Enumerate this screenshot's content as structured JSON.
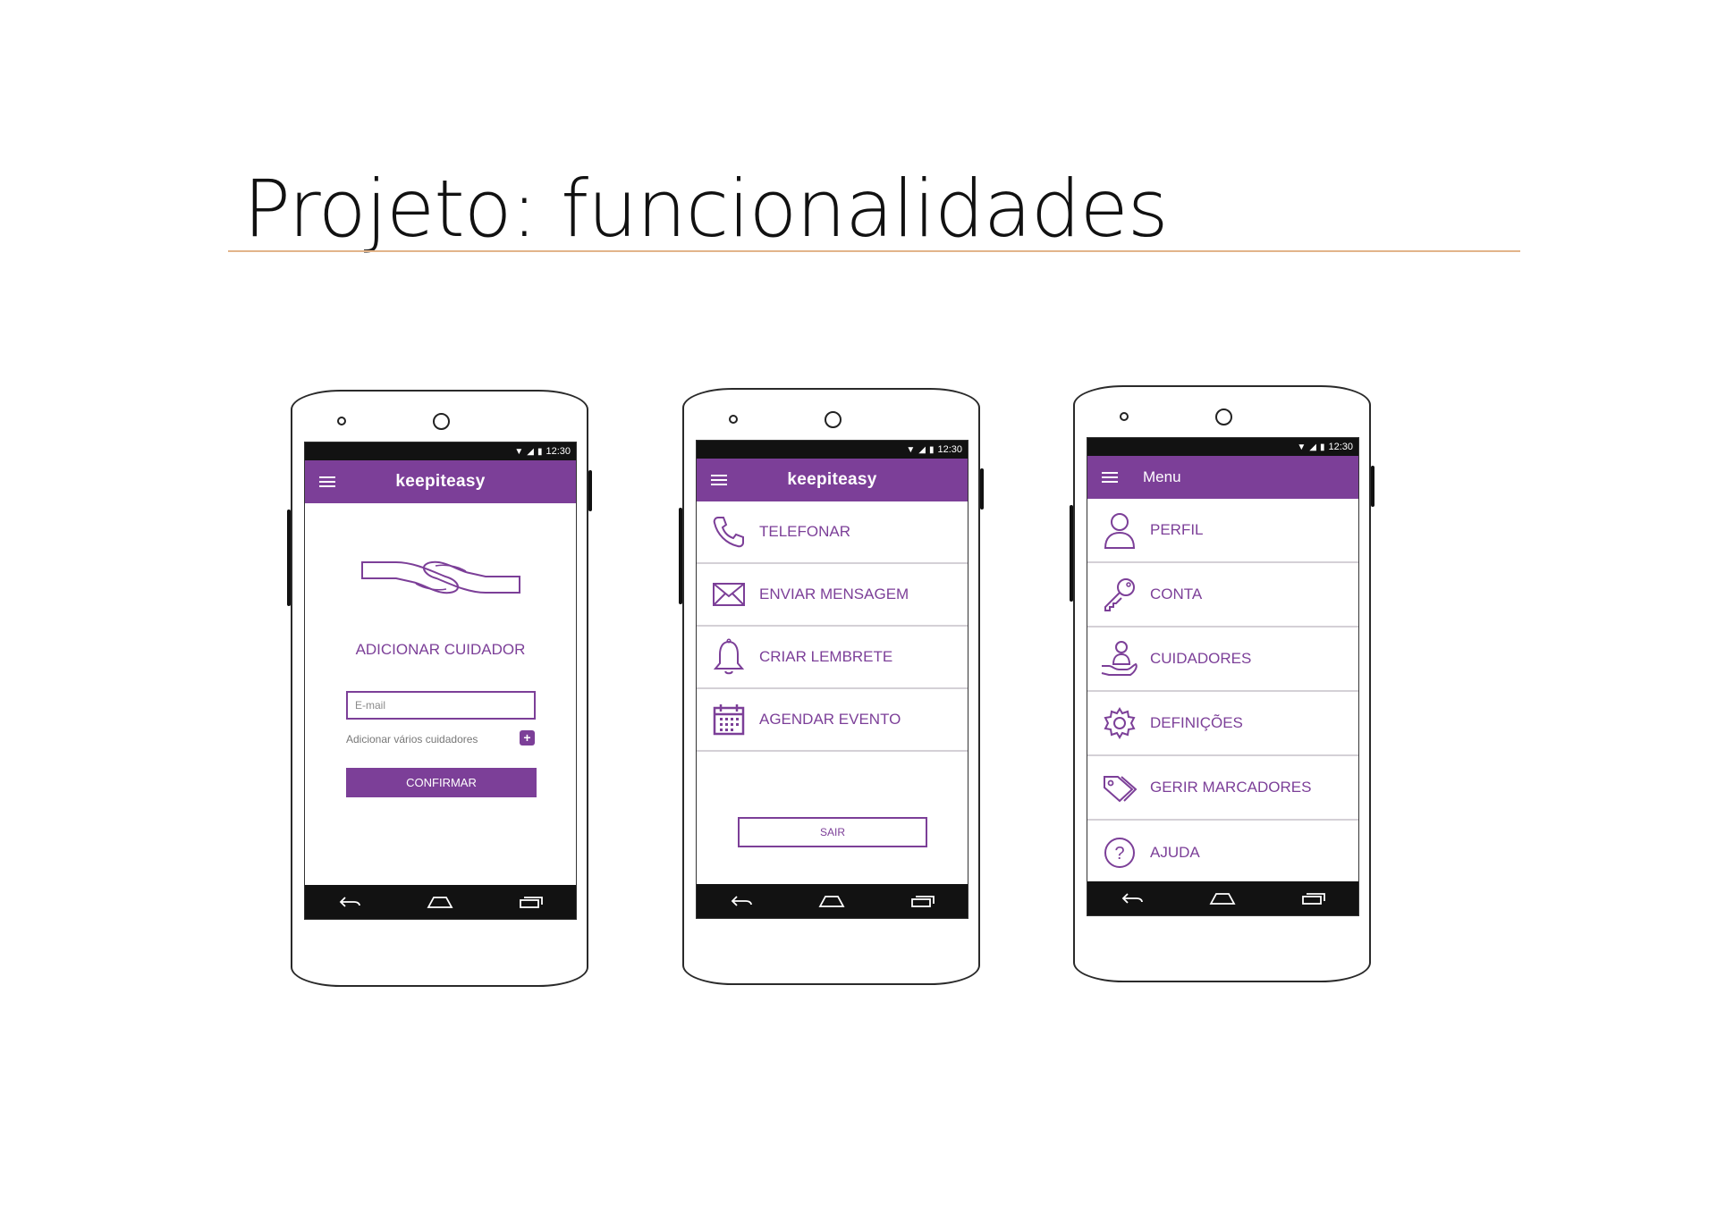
{
  "slide": {
    "title": "Projeto: funcionalidades"
  },
  "colors": {
    "brand": "#7c3f98",
    "statusbar": "#121212",
    "rule": "#e2b48a"
  },
  "status_bar": {
    "time": "12:30",
    "icons": [
      "wifi-icon",
      "signal-icon",
      "battery-icon"
    ]
  },
  "phone1": {
    "app_logo": "keepiteasy",
    "heading": "ADICIONAR CUIDADOR",
    "email_placeholder": "E-mail",
    "add_more_label": "Adicionar vários cuidadores",
    "confirm_label": "CONFIRMAR"
  },
  "phone2": {
    "app_logo": "keepiteasy",
    "items": [
      {
        "label": "TELEFONAR",
        "icon": "phone-icon"
      },
      {
        "label": "ENVIAR MENSAGEM",
        "icon": "envelope-icon"
      },
      {
        "label": "CRIAR LEMBRETE",
        "icon": "bell-icon"
      },
      {
        "label": "AGENDAR EVENTO",
        "icon": "calendar-icon"
      }
    ],
    "exit_label": "SAIR"
  },
  "phone3": {
    "title": "Menu",
    "items": [
      {
        "label": "PERFIL",
        "icon": "user-icon"
      },
      {
        "label": "CONTA",
        "icon": "key-icon"
      },
      {
        "label": "CUIDADORES",
        "icon": "caregiver-icon"
      },
      {
        "label": "DEFINIÇÕES",
        "icon": "gear-icon"
      },
      {
        "label": "GERIR MARCADORES",
        "icon": "tag-icon"
      },
      {
        "label": "AJUDA",
        "icon": "help-icon"
      }
    ]
  }
}
